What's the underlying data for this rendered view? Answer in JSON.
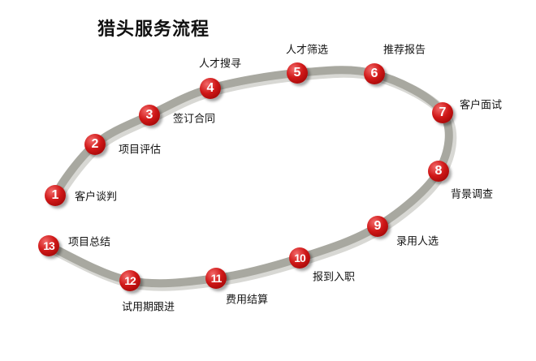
{
  "title": "猎头服务流程",
  "colors": {
    "ring": "#a8a8a0",
    "badge": "#d01818"
  },
  "steps": [
    {
      "num": "1",
      "label": "客户谈判"
    },
    {
      "num": "2",
      "label": "项目评估"
    },
    {
      "num": "3",
      "label": "签订合同"
    },
    {
      "num": "4",
      "label": "人才搜寻"
    },
    {
      "num": "5",
      "label": "人才筛选"
    },
    {
      "num": "6",
      "label": "推荐报告"
    },
    {
      "num": "7",
      "label": "客户面试"
    },
    {
      "num": "8",
      "label": "背景调查"
    },
    {
      "num": "9",
      "label": "录用人选"
    },
    {
      "num": "10",
      "label": "报到入职"
    },
    {
      "num": "11",
      "label": "费用结算"
    },
    {
      "num": "12",
      "label": "试用期跟进"
    },
    {
      "num": "13",
      "label": "项目总结"
    }
  ]
}
